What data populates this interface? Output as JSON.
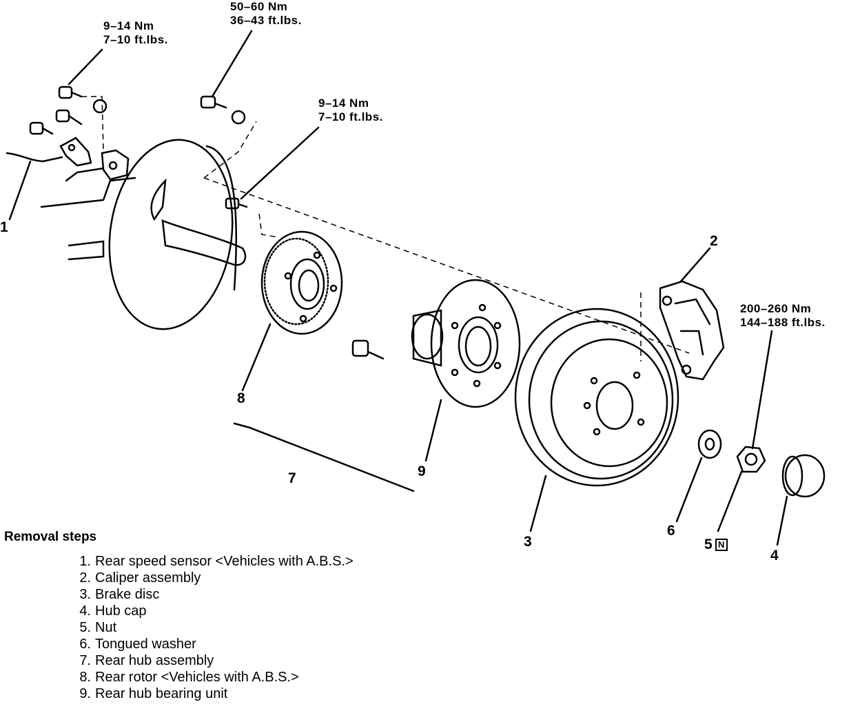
{
  "torque_specs": [
    {
      "nm": "9–14  Nm",
      "ftlbs": "7–10  ft.lbs."
    },
    {
      "nm": "50–60  Nm",
      "ftlbs": "36–43  ft.lbs."
    },
    {
      "nm": "9–14  Nm",
      "ftlbs": "7–10  ft.lbs."
    },
    {
      "nm": "200–260  Nm",
      "ftlbs": "144–188  ft.lbs."
    }
  ],
  "callouts": {
    "c1": "1",
    "c2": "2",
    "c3": "3",
    "c4": "4",
    "c5": "5",
    "c5_box": "N",
    "c6": "6",
    "c7": "7",
    "c8": "8",
    "c9": "9"
  },
  "removal": {
    "heading": "Removal steps",
    "steps": [
      {
        "num": "1.",
        "text": "Rear speed sensor <Vehicles with A.B.S.>"
      },
      {
        "num": "2.",
        "text": "Caliper assembly"
      },
      {
        "num": "3.",
        "text": "Brake disc"
      },
      {
        "num": "4.",
        "text": "Hub cap"
      },
      {
        "num": "5.",
        "text": "Nut"
      },
      {
        "num": "6.",
        "text": "Tongued washer"
      },
      {
        "num": "7.",
        "text": "Rear hub assembly"
      },
      {
        "num": "8.",
        "text": "Rear rotor <Vehicles with A.B.S.>"
      },
      {
        "num": "9.",
        "text": "Rear hub bearing unit"
      }
    ]
  }
}
